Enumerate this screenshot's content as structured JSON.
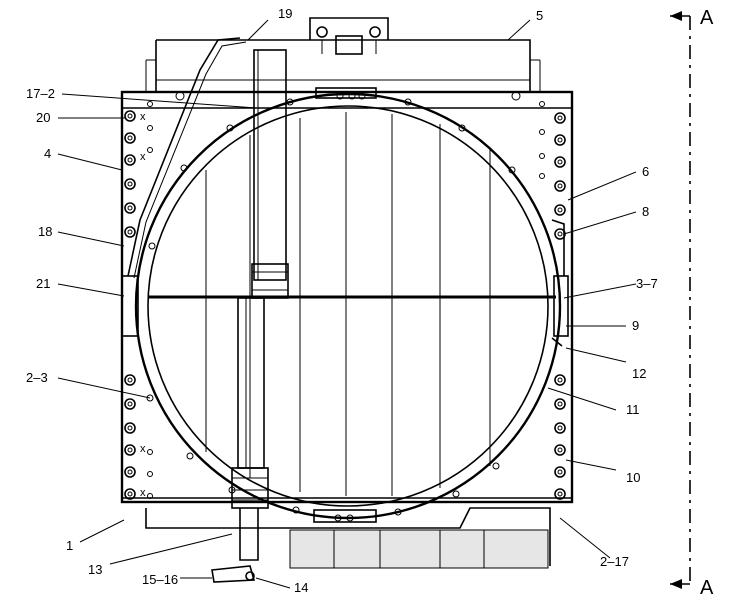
{
  "labels": {
    "l19": "19",
    "l5": "5",
    "l17_2": "17–2",
    "l20": "20",
    "l4": "4",
    "l6": "6",
    "l8": "8",
    "l18": "18",
    "l21": "21",
    "l3_7": "3–7",
    "l9": "9",
    "l12": "12",
    "l2_3": "2–3",
    "l11": "11",
    "l10": "10",
    "l1": "1",
    "l13": "13",
    "l2_17": "2–17",
    "l15_16": "15–16",
    "l14": "14"
  },
  "section": {
    "top": "A",
    "bottom": "A"
  },
  "marks": {
    "x": "x"
  }
}
